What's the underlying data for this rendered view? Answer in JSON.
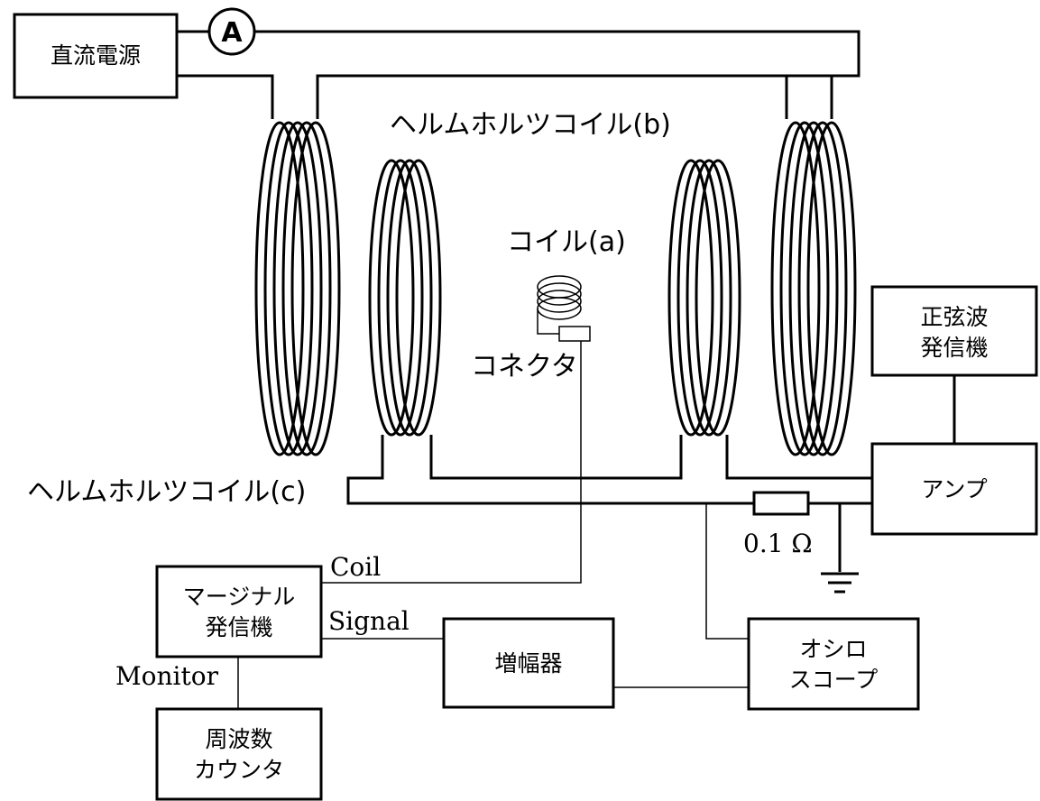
{
  "boxes": {
    "dc_power": "直流電源",
    "sine_gen_1": "正弦波",
    "sine_gen_2": "発信機",
    "amp": "アンプ",
    "marginal_1": "マージナル",
    "marginal_2": "発信機",
    "amplifier": "増幅器",
    "scope_1": "オシロ",
    "scope_2": "スコープ",
    "counter_1": "周波数",
    "counter_2": "カウンタ"
  },
  "labels": {
    "ammeter": "A",
    "coil_b": "ヘルムホルツコイル(b)",
    "coil_c": "ヘルムホルツコイル(c)",
    "coil_a": "コイル(a)",
    "connector": "コネクタ",
    "resistor": "0.1 Ω",
    "coil_port": "Coil",
    "signal_port": "Signal",
    "monitor_port": "Monitor"
  }
}
